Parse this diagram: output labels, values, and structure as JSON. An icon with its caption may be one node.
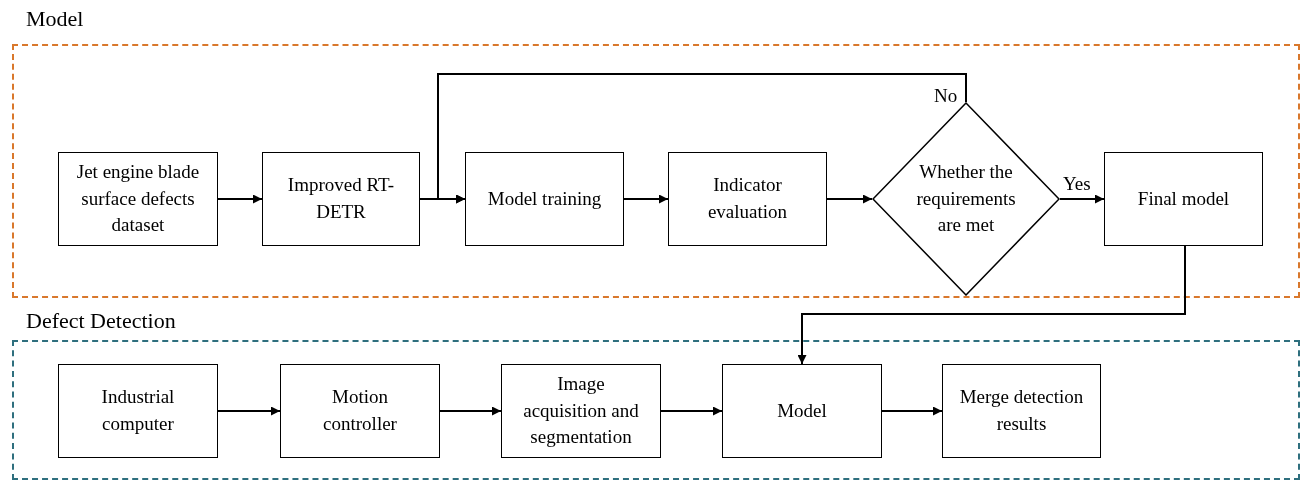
{
  "diagram": {
    "nodes": [
      {
        "text": [
          "Model"
        ]
      },
      {
        "text": [
          "Jet engine blade surface defects dataset"
        ],
        "in": 0
      },
      {
        "text": [
          "Improved RT-DETR"
        ],
        "in": 0
      },
      {
        "text": [
          "Model training"
        ],
        "in": 0
      },
      {
        "text": [
          "Indicator evaluation"
        ],
        "in": 0
      },
      {
        "text": [
          "Whether the requirements are met"
        ],
        "in": 0
      },
      {
        "text": [
          "Final model"
        ],
        "in": 0
      },
      {
        "text": [
          "Defect Detection"
        ]
      },
      {
        "text": [
          "Industrial computer"
        ],
        "in": 7
      },
      {
        "text": [
          "Motion controller"
        ],
        "in": 7
      },
      {
        "text": [
          "Image acquisition and segmentation"
        ],
        "in": 7
      },
      {
        "text": [
          "Model"
        ],
        "in": 7
      },
      {
        "text": [
          "Merge detection results"
        ],
        "in": 7
      }
    ],
    "edges": [
      {
        "from": 1,
        "to": 2,
        "arrow": "to"
      },
      {
        "from": 2,
        "to": 3,
        "arrow": "to"
      },
      {
        "from": 3,
        "to": 4,
        "arrow": "to"
      },
      {
        "from": 4,
        "to": 5,
        "arrow": "to"
      },
      {
        "from": 5,
        "to": 6,
        "arrow": "to",
        "label": "Yes"
      },
      {
        "from": 5,
        "to": 3,
        "arrow": "to",
        "label": "No"
      },
      {
        "from": 6,
        "to": 11,
        "arrow": "to"
      },
      {
        "from": 8,
        "to": 9,
        "arrow": "to"
      },
      {
        "from": 9,
        "to": 10,
        "arrow": "to"
      },
      {
        "from": 10,
        "to": 11,
        "arrow": "to"
      },
      {
        "from": 11,
        "to": 12,
        "arrow": "to"
      }
    ]
  }
}
